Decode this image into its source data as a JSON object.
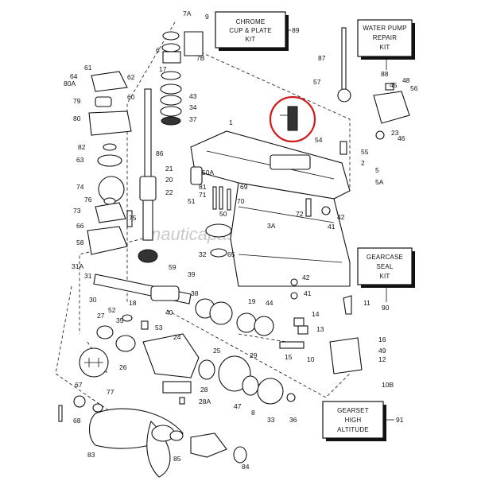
{
  "watermark": "nauticapasile.it",
  "kits": {
    "chrome": {
      "lines": [
        "CHROME",
        "CUP & PLATE",
        "KIT"
      ],
      "ref": "89"
    },
    "water_pump": {
      "lines": [
        "WATER PUMP",
        "REPAIR",
        "KIT"
      ],
      "ref": "88"
    },
    "gearcase_seal": {
      "lines": [
        "GEARCASE",
        "SEAL",
        "KIT"
      ],
      "ref": "90"
    },
    "gearset": {
      "lines": [
        "GEARSET",
        "HIGH",
        "ALTITUDE"
      ],
      "ref": "91"
    }
  },
  "colors": {
    "highlight": "#d11a1a",
    "ink": "#111111"
  },
  "labels": [
    "7A",
    "9",
    "6",
    "7B",
    "17",
    "43",
    "34",
    "37",
    "64",
    "61",
    "62",
    "80A",
    "60",
    "79",
    "80",
    "82",
    "63",
    "74",
    "76",
    "73",
    "75",
    "66",
    "58",
    "86",
    "21",
    "20",
    "22",
    "1",
    "50A",
    "71",
    "81",
    "69",
    "51",
    "70",
    "50",
    "72",
    "41",
    "42",
    "3A",
    "32",
    "65",
    "59",
    "87",
    "57",
    "45",
    "48",
    "56",
    "23",
    "46",
    "54",
    "55",
    "5",
    "5A",
    "2",
    "31A",
    "31",
    "30",
    "18",
    "39",
    "38",
    "40",
    "19",
    "44",
    "42",
    "41",
    "11",
    "52",
    "35",
    "53",
    "27",
    "26",
    "24",
    "25",
    "29",
    "14",
    "13",
    "15",
    "16",
    "49",
    "12",
    "10",
    "10B",
    "67",
    "77",
    "68",
    "28",
    "28A",
    "47",
    "8",
    "33",
    "36",
    "83",
    "85",
    "84"
  ]
}
